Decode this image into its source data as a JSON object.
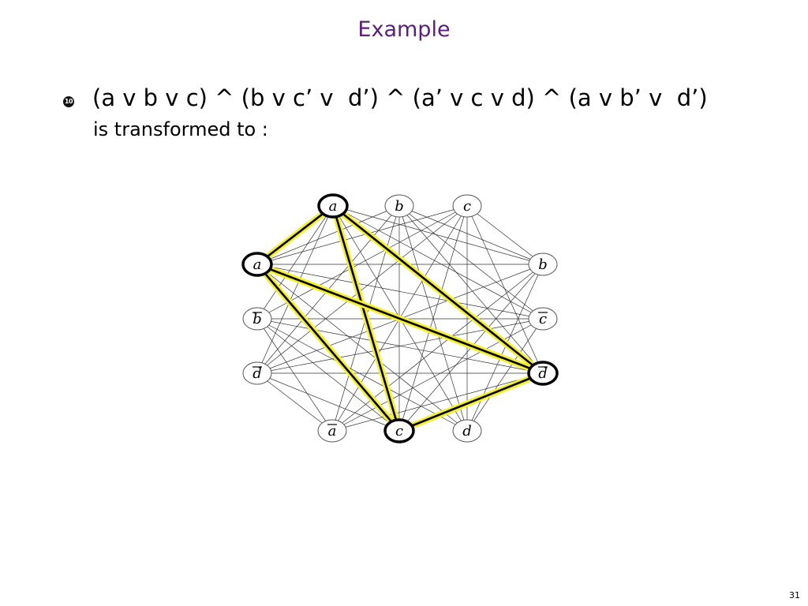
{
  "slide": {
    "title": "Example",
    "bullet_icon": "numbered-bullet-icon",
    "bullet_glyph": "10",
    "formula": "(a v b v c) ^ (b v c’ v  d’) ^ (a’ v c v d) ^ (a v b’ v  d’)",
    "formula_subtext": "is transformed to :",
    "page_number": "31"
  },
  "graph": {
    "nodes": [
      {
        "id": "n0",
        "label": "a",
        "negated": false,
        "selected": true
      },
      {
        "id": "n1",
        "label": "b",
        "negated": false,
        "selected": false
      },
      {
        "id": "n2",
        "label": "c",
        "negated": false,
        "selected": false
      },
      {
        "id": "n3",
        "label": "b",
        "negated": false,
        "selected": false
      },
      {
        "id": "n4",
        "label": "c",
        "negated": true,
        "selected": false
      },
      {
        "id": "n5",
        "label": "d",
        "negated": true,
        "selected": true
      },
      {
        "id": "n6",
        "label": "d",
        "negated": false,
        "selected": false
      },
      {
        "id": "n7",
        "label": "c",
        "negated": false,
        "selected": true
      },
      {
        "id": "n8",
        "label": "a",
        "negated": true,
        "selected": false
      },
      {
        "id": "n9",
        "label": "d",
        "negated": true,
        "selected": false
      },
      {
        "id": "n10",
        "label": "b",
        "negated": true,
        "selected": false
      },
      {
        "id": "n11",
        "label": "a",
        "negated": false,
        "selected": true
      }
    ],
    "highlighted_edges": [
      [
        "n0",
        "n11"
      ],
      [
        "n0",
        "n7"
      ],
      [
        "n0",
        "n5"
      ],
      [
        "n11",
        "n7"
      ],
      [
        "n11",
        "n5"
      ],
      [
        "n7",
        "n5"
      ]
    ],
    "colors": {
      "highlight": "#f5ee2a",
      "edge": "#333333",
      "bold_edge": "#000000"
    }
  }
}
